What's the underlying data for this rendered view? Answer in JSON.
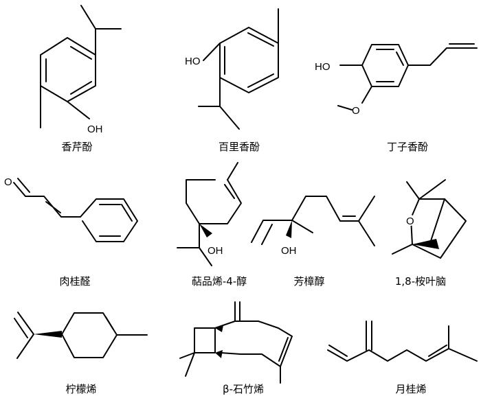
{
  "compounds": [
    {
      "name": "香芹酚",
      "atoms": [
        "OH"
      ]
    },
    {
      "name": "百里香酚",
      "atoms": [
        "HO"
      ]
    },
    {
      "name": "丁子香酚",
      "atoms": [
        "HO",
        "O"
      ]
    },
    {
      "name": "肉桂醛",
      "atoms": [
        "O"
      ]
    },
    {
      "name": "萜品烯-4-醇",
      "atoms": [
        "OH"
      ]
    },
    {
      "name": "芳樟醇",
      "atoms": [
        "OH"
      ]
    },
    {
      "name": "1,8-桉叶脑",
      "atoms": [
        "O"
      ]
    },
    {
      "name": "柠檬烯",
      "atoms": []
    },
    {
      "name": "β-石竹烯",
      "atoms": []
    },
    {
      "name": "月桂烯",
      "atoms": []
    }
  ]
}
